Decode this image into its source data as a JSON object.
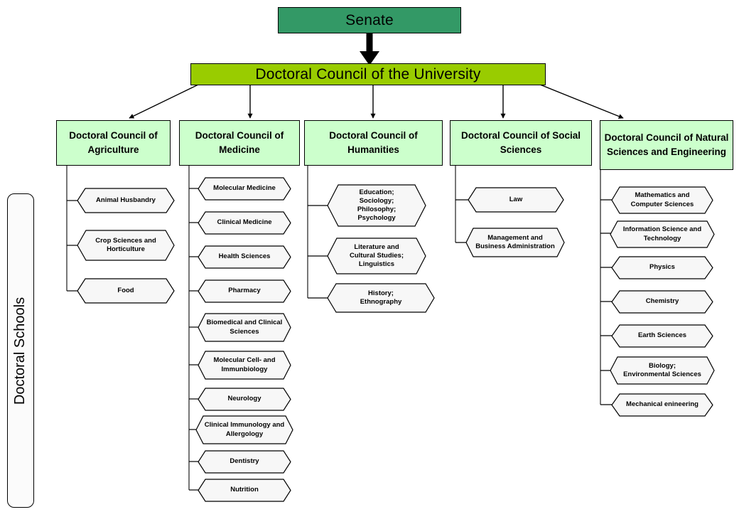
{
  "diagram": {
    "title": "Doctoral Schools Organizational Chart",
    "colors": {
      "senate_fill": "#339966",
      "university_fill": "#99CC00",
      "council_fill": "#CCFFCC",
      "leaf_fill": "#F7F7F7",
      "stroke": "#000000"
    }
  },
  "side_label": {
    "text": "Doctoral Schools"
  },
  "top": {
    "senate": "Senate",
    "university": "Doctoral Council of the University"
  },
  "councils": [
    {
      "id": "agriculture",
      "title": "Doctoral Council of Agriculture",
      "items": [
        "Animal Husbandry",
        "Crop Sciences and Horticulture",
        "Food"
      ]
    },
    {
      "id": "medicine",
      "title": "Doctoral Council of Medicine",
      "items": [
        "Molecular Medicine",
        "Clinical Medicine",
        "Health Sciences",
        "Pharmacy",
        "Biomedical and Clinical Sciences",
        "Molecular Cell- and Immunbiology",
        "Neurology",
        "Clinical Immunology and Allergology",
        "Dentistry",
        "Nutrition"
      ]
    },
    {
      "id": "humanities",
      "title": "Doctoral Council of Humanities",
      "items": [
        "Education;\nSociology;\nPhilosophy;\nPsychology",
        "Literature and\nCultural Studies;\nLinguistics",
        "History;\nEthnography"
      ]
    },
    {
      "id": "social-sciences",
      "title": "Doctoral Council of Social Sciences",
      "items": [
        "Law",
        "Management and\nBusiness Administration"
      ]
    },
    {
      "id": "natural-sciences",
      "title": "Doctoral Council of Natural Sciences and Engineering",
      "items": [
        "Mathematics and\nComputer Sciences",
        "Information Science and\nTechnology",
        "Physics",
        "Chemistry",
        "Earth Sciences",
        "Biology;\nEnvironmental Sciences",
        "Mechanical enineering"
      ]
    }
  ]
}
